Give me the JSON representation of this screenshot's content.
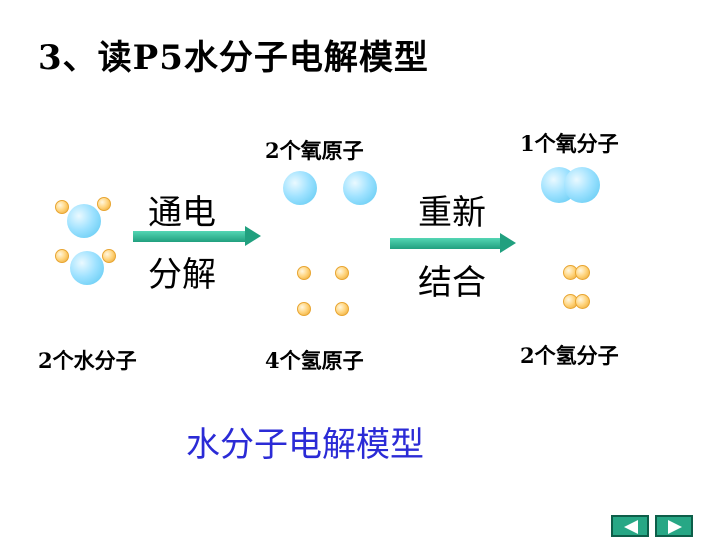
{
  "title": "3、读P5水分子电解模型",
  "labels": {
    "water_molecules": "2个水分子",
    "oxygen_atoms": "2个氧原子",
    "hydrogen_atoms": "4个氢原子",
    "oxygen_molecule": "1个氧分子",
    "hydrogen_molecules": "2个氢分子"
  },
  "steps": {
    "step1_line1": "通电",
    "step1_line2": "分解",
    "step2_line1": "重新",
    "step2_line2": "结合"
  },
  "caption": "水分子电解模型",
  "nav": {
    "prev_icon": "triangle-left-icon",
    "next_icon": "triangle-right-icon"
  },
  "colors": {
    "oxygen": "#7fd8ff",
    "hydrogen": "#ffc85a",
    "arrow": "#21a07f",
    "caption": "#2b2bd6"
  }
}
